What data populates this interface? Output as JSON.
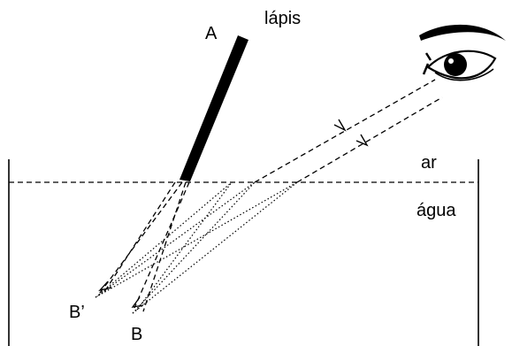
{
  "labels": {
    "pencil_top": "A",
    "pencil": "lápis",
    "air": "ar",
    "water": "água",
    "image_point": "B’",
    "object_point": "B"
  }
}
